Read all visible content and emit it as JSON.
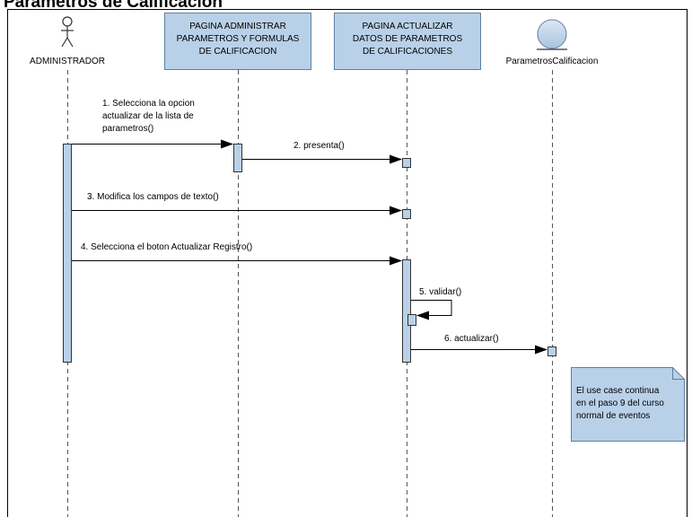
{
  "page": {
    "title": "Parámetros de Calificación"
  },
  "participants": {
    "actor": {
      "label": "ADMINISTRADOR",
      "icon": "stick-figure-actor-icon"
    },
    "page_admin": {
      "lines": [
        "PAGINA ADMINISTRAR",
        "PARAMETROS Y FORMULAS",
        "DE CALIFICACION"
      ]
    },
    "page_update": {
      "lines": [
        "PAGINA ACTUALIZAR",
        "DATOS DE PARAMETROS",
        "DE CALIFICACIONES"
      ]
    },
    "entity": {
      "label": "ParametrosCalificacion",
      "icon": "entity-circle-icon"
    }
  },
  "messages": {
    "m1": {
      "lines": [
        "1. Selecciona la opcion",
        "actualizar de la lista de",
        "parametros()"
      ]
    },
    "m2": {
      "label": "2. presenta()"
    },
    "m3": {
      "label": "3. Modifica los campos de texto()"
    },
    "m4": {
      "label": "4. Selecciona el boton Actualizar Registro()"
    },
    "m5": {
      "label": "5. validar()"
    },
    "m6": {
      "label": "6. actualizar()"
    }
  },
  "note": {
    "lines": [
      "El use case continua",
      "en el paso 9 del curso",
      "normal de eventos"
    ]
  },
  "colors": {
    "participant_fill": "#b9d1e8",
    "participant_border": "#5f7f9f",
    "activation_fill": "#b9d1e8",
    "note_fill": "#b9d1e8",
    "line": "#000000",
    "lifeline": "#555555",
    "frame": "#000000"
  }
}
